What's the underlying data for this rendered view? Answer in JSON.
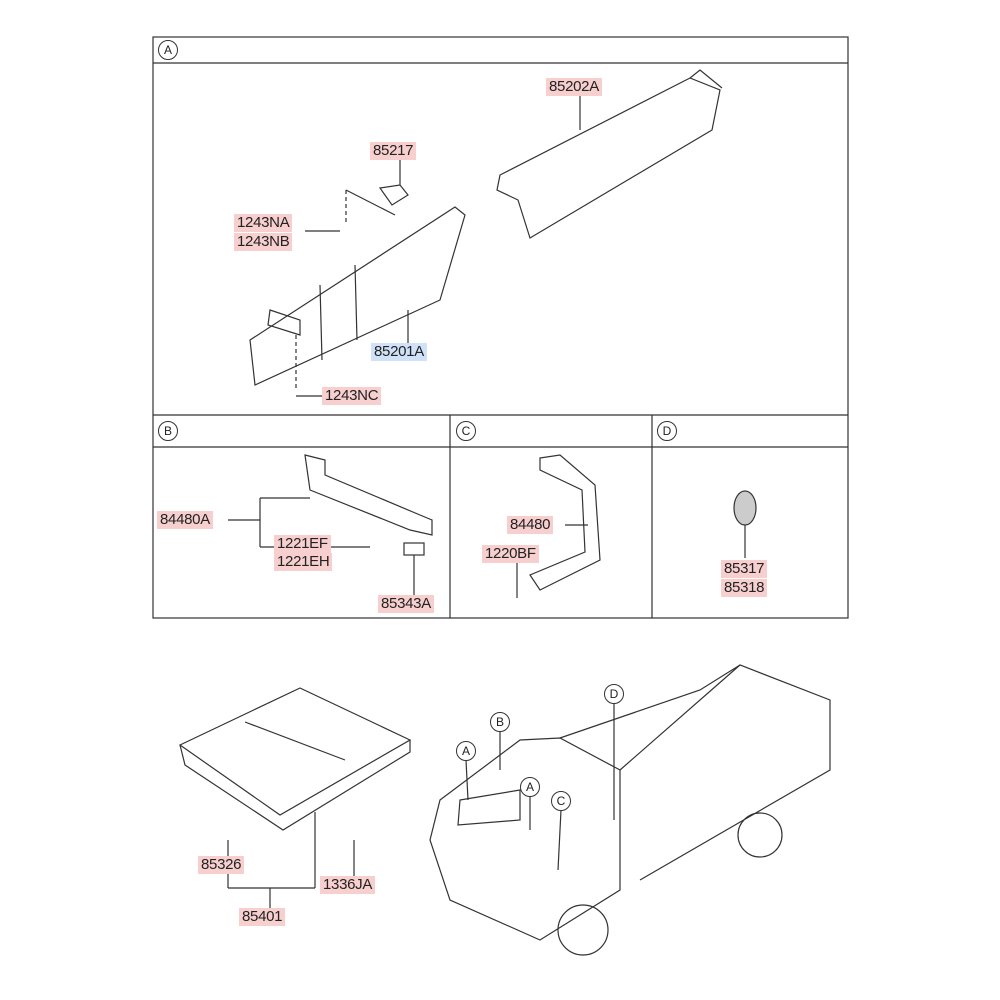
{
  "sections": [
    {
      "letter": "A"
    },
    {
      "letter": "B"
    },
    {
      "letter": "C"
    },
    {
      "letter": "D"
    }
  ],
  "parts": {
    "p85202A": "85202A",
    "p85217": "85217",
    "p1243NA": "1243NA",
    "p1243NB": "1243NB",
    "p85201A": "85201A",
    "p1243NC": "1243NC",
    "p84480A": "84480A",
    "p1221EF": "1221EF",
    "p1221EH": "1221EH",
    "p85343A": "85343A",
    "p84480": "84480",
    "p1220BF": "1220BF",
    "p85317": "85317",
    "p85318": "85318",
    "p85326": "85326",
    "p85401": "85401",
    "p1336JA": "1336JA"
  },
  "callouts": [
    "A",
    "B",
    "A",
    "C",
    "D"
  ],
  "colors": {
    "part_highlight": "#f7cfcf",
    "selected_highlight": "#cfe2f7"
  }
}
